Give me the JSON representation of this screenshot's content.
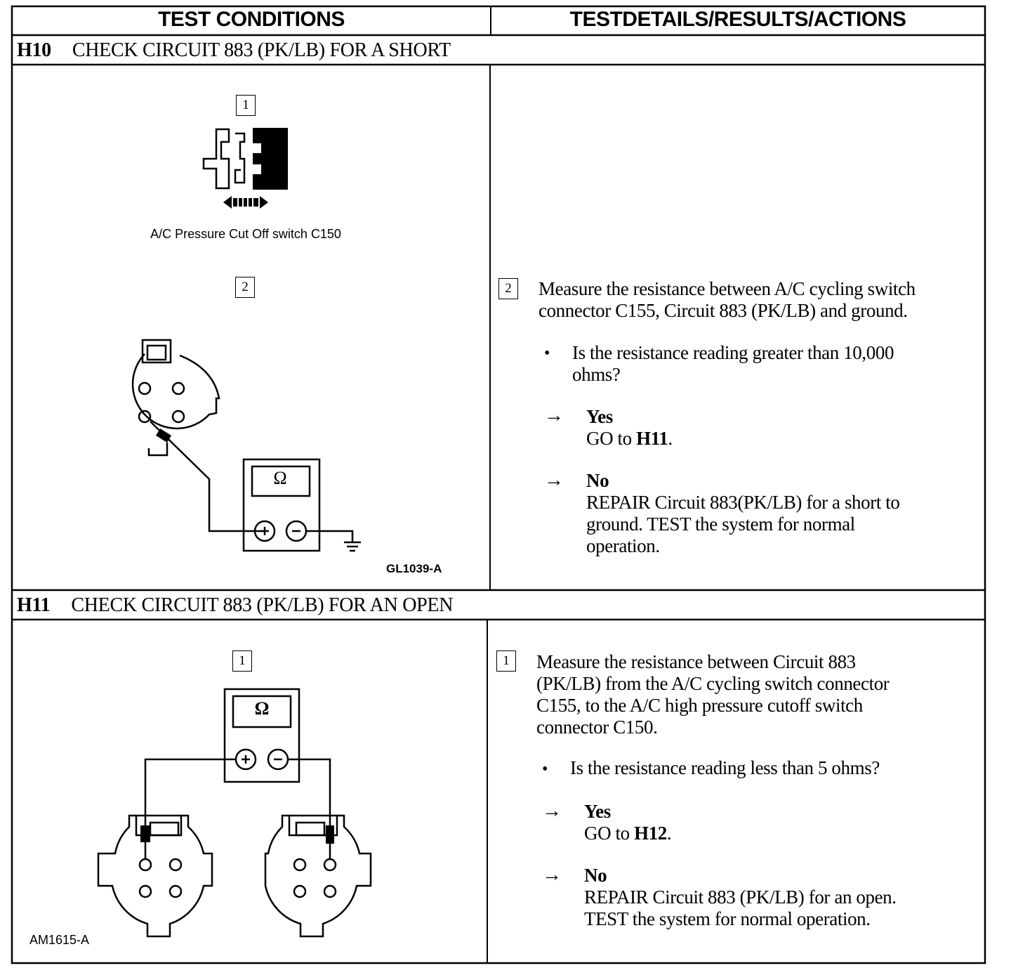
{
  "headers": {
    "left": "TEST CONDITIONS",
    "right": "TESTDETAILS/RESULTS/ACTIONS"
  },
  "h10": {
    "code": "H10",
    "title": "CHECK CIRCUIT 883 (PK/LB) FOR A SHORT",
    "step1_num": "1",
    "step1_caption": "A/C Pressure Cut Off switch C150",
    "step2_num": "2",
    "meter_symbol": "Ω",
    "figure_code": "GL1039-A",
    "detail_num": "2",
    "detail_line1": "Measure the resistance between A/C cycling switch",
    "detail_line2": "connector C155, Circuit 883 (PK/LB) and ground.",
    "question_bullet": "•",
    "question_line1": "Is the resistance reading greater than 10,000",
    "question_line2": "ohms?",
    "yes_arrow": "→",
    "yes_label": "Yes",
    "yes_action_prefix": "GO to ",
    "yes_action_target": "H11",
    "yes_action_suffix": ".",
    "no_arrow": "→",
    "no_label": "No",
    "no_line1": "REPAIR Circuit 883(PK/LB) for a short to",
    "no_line2": "ground. TEST the system for normal",
    "no_line3": "operation."
  },
  "h11": {
    "code": "H11",
    "title": "CHECK CIRCUIT 883 (PK/LB) FOR AN OPEN",
    "step1_num": "1",
    "meter_symbol": "Ω",
    "figure_code": "AM1615-A",
    "detail_num": "1",
    "detail_line1": "Measure the resistance between Circuit 883",
    "detail_line2": "(PK/LB) from the A/C cycling switch connector",
    "detail_line3": "C155, to the A/C high pressure cutoff switch",
    "detail_line4": "connector C150.",
    "question_bullet": "•",
    "question_line1": "Is the resistance reading less than 5 ohms?",
    "yes_arrow": "→",
    "yes_label": "Yes",
    "yes_action_prefix": "GO to ",
    "yes_action_target": "H12",
    "yes_action_suffix": ".",
    "no_arrow": "→",
    "no_label": "No",
    "no_line1": "REPAIR Circuit 883 (PK/LB) for an open.",
    "no_line2": "TEST the system for normal operation."
  }
}
